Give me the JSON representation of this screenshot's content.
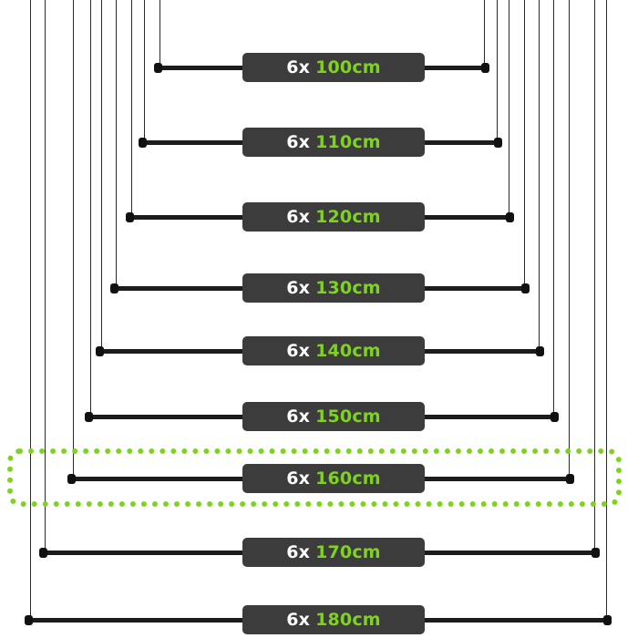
{
  "accent_color": "#7ed321",
  "label_bg_color": "#3c3c3c",
  "rod_color": "#1c1c1c",
  "highlighted_size": "160cm",
  "rods": [
    {
      "quantity": "6x",
      "length": "100cm"
    },
    {
      "quantity": "6x",
      "length": "110cm"
    },
    {
      "quantity": "6x",
      "length": "120cm"
    },
    {
      "quantity": "6x",
      "length": "130cm"
    },
    {
      "quantity": "6x",
      "length": "140cm"
    },
    {
      "quantity": "6x",
      "length": "150cm"
    },
    {
      "quantity": "6x",
      "length": "160cm"
    },
    {
      "quantity": "6x",
      "length": "170cm"
    },
    {
      "quantity": "6x",
      "length": "180cm"
    }
  ]
}
